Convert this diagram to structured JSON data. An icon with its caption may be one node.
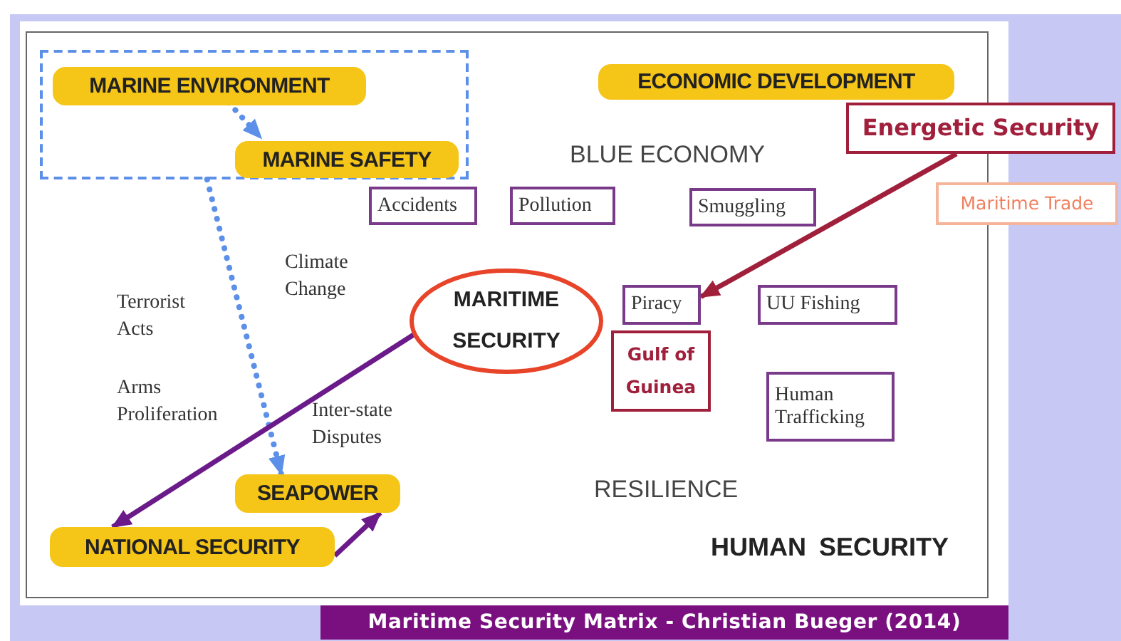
{
  "diagram": {
    "caption": "Maritime Security Matrix - Christian Bueger (2014)",
    "nodes": [
      {
        "text": [],
        "shape": "box"
      },
      {
        "text": [
          "MARINE ENVIRONMENT"
        ],
        "in": 0
      },
      {
        "text": [
          "MARINE SAFETY"
        ],
        "in": 0
      },
      {
        "text": [
          "ECONOMIC DEVELOPMENT"
        ]
      },
      {
        "text": [
          "Energetic Security"
        ]
      },
      {
        "text": [
          "Accidents"
        ]
      },
      {
        "text": [
          "Pollution"
        ]
      },
      {
        "text": [
          "Smuggling"
        ]
      },
      {
        "text": [
          "Maritime Trade"
        ]
      },
      {
        "text": [
          "MARITIME SECURITY"
        ]
      },
      {
        "text": [
          "Piracy"
        ]
      },
      {
        "text": [
          "UU Fishing"
        ]
      },
      {
        "text": [
          "Gulf of Guinea"
        ]
      },
      {
        "text": [
          "Human Trafficking"
        ]
      },
      {
        "text": [
          "SEAPOWER"
        ]
      },
      {
        "text": [
          "NATIONAL SECURITY"
        ]
      }
    ],
    "edges": [
      {
        "from": 1,
        "to": 2,
        "arrow": "to",
        "style": "dashed",
        "color": "#5b8fe8"
      },
      {
        "from": 0,
        "to": 14,
        "arrow": "to",
        "style": "dashed",
        "color": "#5b8fe8"
      },
      {
        "from": 4,
        "to": 10,
        "arrow": "to",
        "color": "#a0203c"
      },
      {
        "from": 9,
        "to": 15,
        "arrow": "to",
        "color": "#6b1a8a"
      },
      {
        "from": 15,
        "to": 14,
        "arrow": "to",
        "color": "#6b1a8a"
      }
    ],
    "labels": [
      "BLUE ECONOMY",
      "Climate Change",
      "Terrorist Acts",
      "Arms Proliferation",
      "Inter-state Disputes",
      "RESILIENCE",
      "HUMAN SECURITY"
    ]
  }
}
